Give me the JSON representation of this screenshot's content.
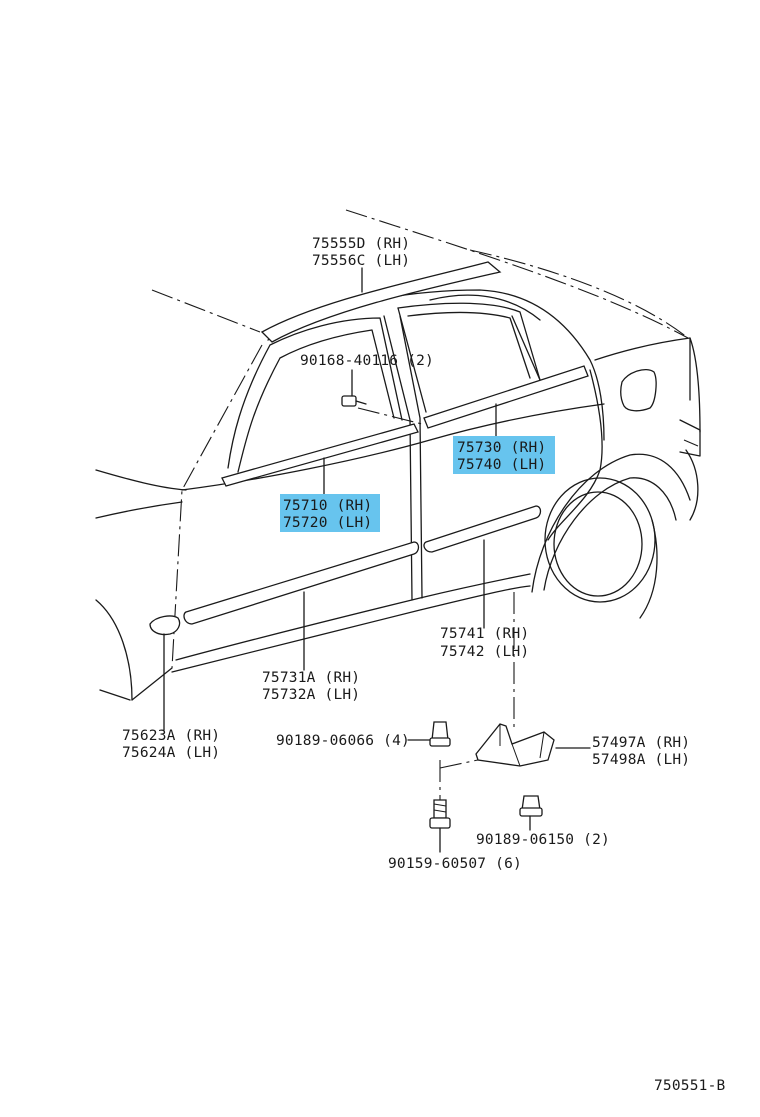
{
  "diagram_id": "750551-B",
  "highlight_color": "#67c4ee",
  "labels": {
    "roof_molding_rh": "75555D (RH)",
    "roof_molding_lh": "75556C (LH)",
    "screw": "90168-40116 (2)",
    "rear_belt_rh": "75730 (RH)",
    "rear_belt_lh": "75740 (LH)",
    "front_belt_rh": "75710 (RH)",
    "front_belt_lh": "75720 (LH)",
    "rear_side_rh": "75741 (RH)",
    "rear_side_lh": "75742 (LH)",
    "front_side_rh": "75731A (RH)",
    "front_side_lh": "75732A (LH)",
    "fender_rh": "75623A (RH)",
    "fender_lh": "75624A (LH)",
    "clip_a": "90189-06066 (4)",
    "bracket_rh": "57497A (RH)",
    "bracket_lh": "57498A (LH)",
    "clip_b": "90189-06150 (2)",
    "bolt": "90159-60507 (6)"
  }
}
